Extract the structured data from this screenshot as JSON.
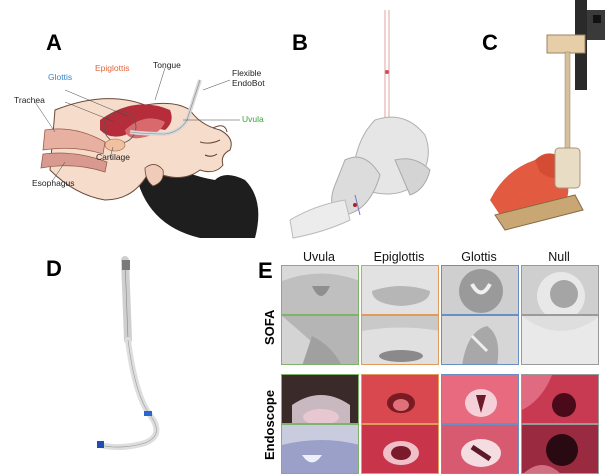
{
  "panels": {
    "a": {
      "letter": "A",
      "labels": {
        "glottis": "Glottis",
        "epiglottis": "Epiglottis",
        "tongue": "Tongue",
        "flexible_line1": "Flexible",
        "flexible_line2": "EndoBot",
        "trachea": "Trachea",
        "uvula": "Uvula",
        "cartilage": "Cartilage",
        "esophagus": "Esophagus"
      }
    },
    "b": {
      "letter": "B"
    },
    "c": {
      "letter": "C"
    },
    "d": {
      "letter": "D"
    },
    "e": {
      "letter": "E",
      "columns": [
        "Uvula",
        "Epiglottis",
        "Glottis",
        "Null"
      ],
      "rows": [
        "SOFA",
        "Endoscope"
      ]
    }
  },
  "colors": {
    "glottis": "#3a86c8",
    "epiglottis": "#e2673a",
    "uvula": "#3aa536",
    "border_uvula": "#7fb36a",
    "border_epiglottis": "#e09a5a",
    "border_glottis": "#6a8fc4",
    "border_null": "#9a9a9a"
  }
}
